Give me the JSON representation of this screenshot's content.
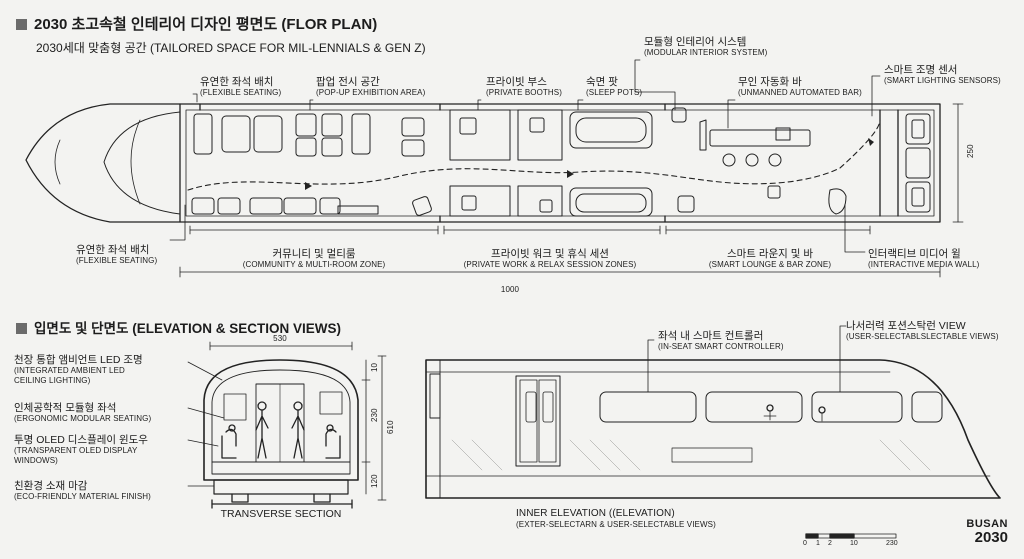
{
  "title": "2030 초고속철 인테리어 디자인 평면도 (FLOR PLAN)",
  "subtitle": "2030세대 맞춤형 공간 (TAILORED SPACE FOR MIL-LENNIALS & GEN Z)",
  "plan_labels": {
    "flexible_seating_top": {
      "ko": "유연한 좌석 배치",
      "en": "(FLEXIBLE SEATING)"
    },
    "popup": {
      "ko": "팝업 전시 공간",
      "en": "(POP-UP EXHIBITION AREA)"
    },
    "booths": {
      "ko": "프라이빗 부스",
      "en": "(PRIVATE BOOTHS)"
    },
    "pods": {
      "ko": "숙면 팟",
      "en": "(SLEEP POTS)"
    },
    "modular": {
      "ko": "모듈형 인테리어 시스템",
      "en": "(MODULAR INTERIOR SYSTEM)"
    },
    "bar": {
      "ko": "무인 자동화 바",
      "en": "(UNMANNED AUTOMATED BAR)"
    },
    "sensors": {
      "ko": "스마트 조명 센서",
      "en": "(SMART LIGHTING SENSORS)"
    },
    "flexible_seating_bottom": {
      "ko": "유연한 좌석 배치",
      "en": "(FLEXIBLE SEATING)"
    },
    "community": {
      "ko": "커뮤니티 및 멀티룸",
      "en": "(COMMUNITY & MULTI-ROOM ZONE)"
    },
    "private_work": {
      "ko": "프라이빗 워크 및 휴식 세션",
      "en": "(PRIVATE WORK & RELAX SESSION ZONES)"
    },
    "lounge": {
      "ko": "스마트 라운지 및 바",
      "en": "(SMART LOUNGE & BAR ZONE)"
    },
    "media_wall": {
      "ko": "인터랙티브 미디어 윌",
      "en": "(INTERACTIVE MEDIA WALL)"
    }
  },
  "plan_dims": {
    "length": "1000",
    "height": "250"
  },
  "section2_title": "입면도 및 단면도 (ELEVATION & SECTION VIEWS)",
  "section_labels": {
    "led": {
      "ko": "천장 통합 앰비언트 LED 조명",
      "en1": "(INTEGRATED AMBIENT LED",
      "en2": "CEILING LIGHTING)"
    },
    "ergonomic": {
      "ko": "인체공학적 모듈형 좌석",
      "en": "(ERGONOMIC MODULAR SEATING)"
    },
    "oled": {
      "ko": "투명 OLED 디스플레이 윈도우",
      "en1": "(TRANSPARENT OLED DISPLAY",
      "en2": "WINDOWS)"
    },
    "eco": {
      "ko": "친환경 소재 마감",
      "en": "(ECO-FRIENDLY MATERIAL FINISH)"
    }
  },
  "section_dims": {
    "width": "530",
    "h_total": "610",
    "h_mid": "230",
    "h_top": "10",
    "h_bottom": "120"
  },
  "transverse_label": "TRANSVERSE SECTION",
  "elevation_labels": {
    "controller": {
      "ko": "좌석 내 스마트 컨트롤러",
      "en": "(IN-SEAT SMART CONTROLLER)"
    },
    "view": {
      "ko": "나서러력 포션스탁런 VIEW",
      "en": "(USER-SELECTABLSLECTABLE VIEWS)"
    }
  },
  "elevation_caption": {
    "line1": "INNER ELEVATION ((ELEVATION)",
    "line2": "(EXTER-SELECTARN & USER-SELECTABLE VIEWS)"
  },
  "brand": {
    "line1": "BUSAN",
    "line2": "2030"
  },
  "scale": {
    "ticks": [
      "0",
      "1",
      "2",
      "10",
      "230"
    ]
  }
}
